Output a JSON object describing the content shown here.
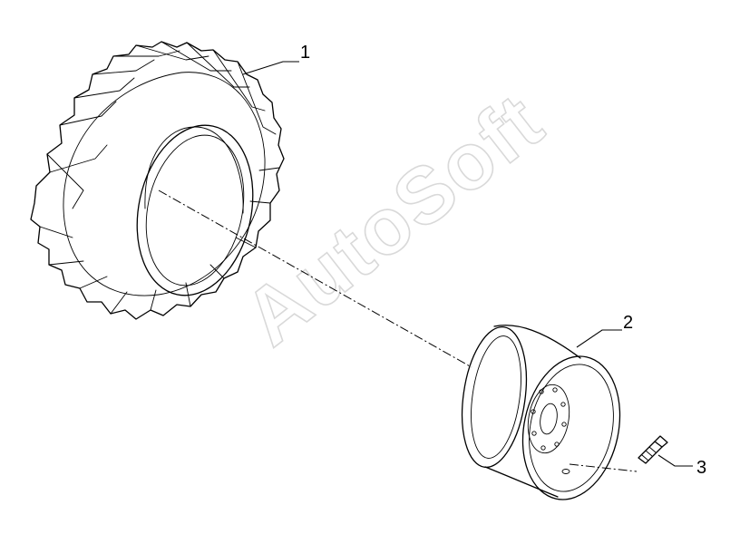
{
  "diagram": {
    "callouts": [
      {
        "id": "tyre",
        "label": "1"
      },
      {
        "id": "rim",
        "label": "2"
      },
      {
        "id": "valve",
        "label": "3"
      }
    ],
    "watermark": "AutoSoft"
  },
  "colors": {
    "ink": "#000000",
    "watermark": "#d9d9d9",
    "background": "#ffffff"
  }
}
